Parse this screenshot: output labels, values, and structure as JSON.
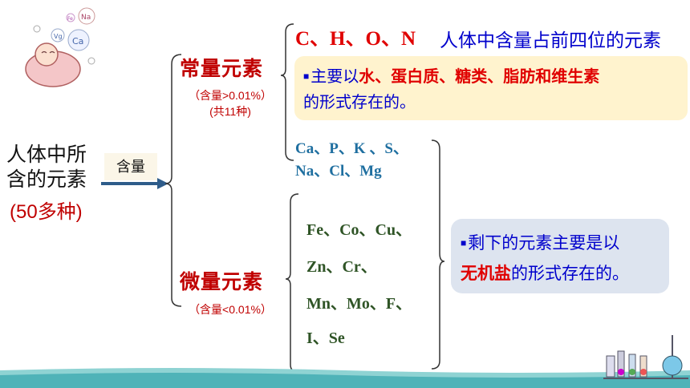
{
  "root": {
    "line1": "人体中所",
    "line2": "含的元素",
    "count": "(50多种)"
  },
  "arrow_label": "含量",
  "major": {
    "title": "常量元素",
    "note_line1": "（含量>0.01%）",
    "note_line2": "(共11种)",
    "top_elements": "C、H、O、N",
    "top_desc": "人体中含量占前四位的元素",
    "box": {
      "bullet": "■",
      "text1": "主要以",
      "highlight": "水、蛋白质、糖类、脂肪和维生素",
      "text2": "的形式存在的。"
    },
    "minor_elements": [
      "Ca、P、K 、S、",
      "Na、Cl、Mg"
    ]
  },
  "trace": {
    "title": "微量元素",
    "note": "（含量<0.01%）",
    "elements": [
      "Fe、Co、Cu、",
      "Zn、Cr、",
      "Mn、Mo、F、",
      "I、Se"
    ],
    "box": {
      "bullet": "■",
      "text1": "剩下的元素主要是以",
      "highlight": "无机盐",
      "text2": "的形式存在的。"
    }
  },
  "logo": {
    "bubbles": [
      "Vg",
      "Ca",
      "Na",
      "Fe"
    ]
  },
  "colors": {
    "red": "#c00000",
    "blue": "#0000cc",
    "teal": "#1f6fa0",
    "green": "#2f5426",
    "arrow": "#2e5c8a",
    "bracket": "#333333"
  }
}
